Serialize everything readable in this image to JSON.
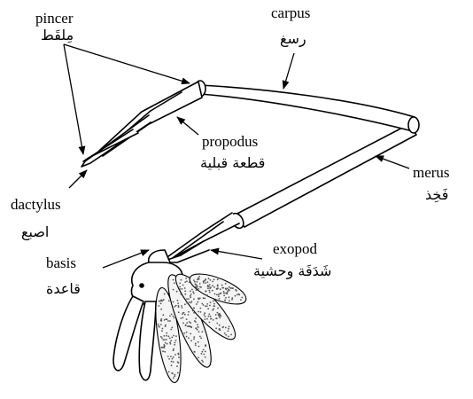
{
  "labels": {
    "pincer": {
      "en": "pincer",
      "ar": "مِلقَط"
    },
    "carpus": {
      "en": "carpus",
      "ar": "رسغ"
    },
    "propodus": {
      "en": "propodus",
      "ar": "قطعة قبلية"
    },
    "merus": {
      "en": "merus",
      "ar": "فَخِذ"
    },
    "dactylus": {
      "en": "dactylus",
      "ar": "اصبع"
    },
    "basis": {
      "en": "basis",
      "ar": "قاعدة"
    },
    "exopod": {
      "en": "exopod",
      "ar": "شَدَفَة وحشية"
    }
  },
  "colors": {
    "ink": "#000000",
    "background": "#ffffff"
  }
}
